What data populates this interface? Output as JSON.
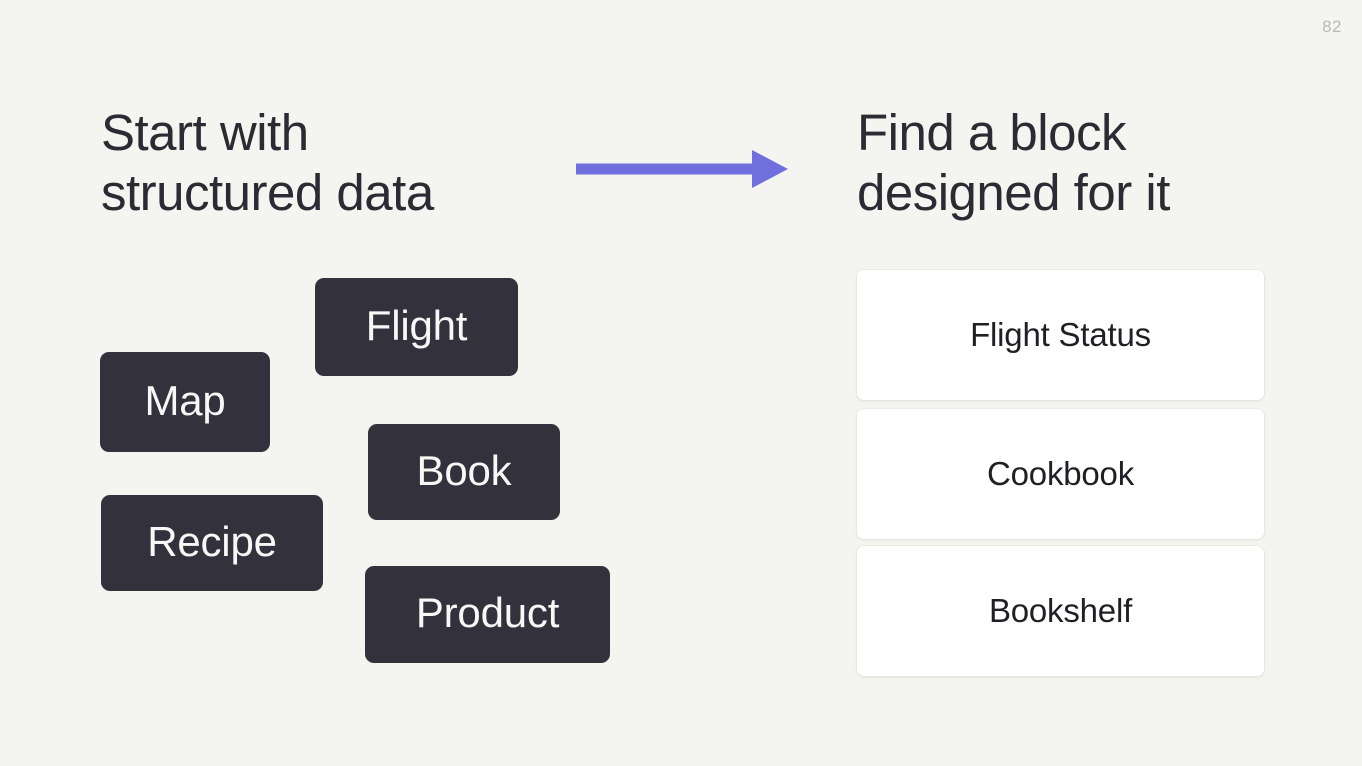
{
  "slide": {
    "page_number": "82",
    "background_color": "#f4f5f0",
    "accent_color": "#6f70dd",
    "chip_color": "#33313c",
    "card_color": "#ffffff",
    "text_color": "#2c2a33"
  },
  "left_panel": {
    "heading": "Start with\nstructured data",
    "chips": [
      {
        "label": "Flight"
      },
      {
        "label": "Map"
      },
      {
        "label": "Book"
      },
      {
        "label": "Recipe"
      },
      {
        "label": "Product"
      }
    ]
  },
  "arrow": {
    "icon": "arrow-right-icon",
    "color": "#6f70dd"
  },
  "right_panel": {
    "heading": "Find a block\ndesigned for it",
    "cards": [
      {
        "label": "Flight Status"
      },
      {
        "label": "Cookbook"
      },
      {
        "label": "Bookshelf"
      }
    ]
  }
}
